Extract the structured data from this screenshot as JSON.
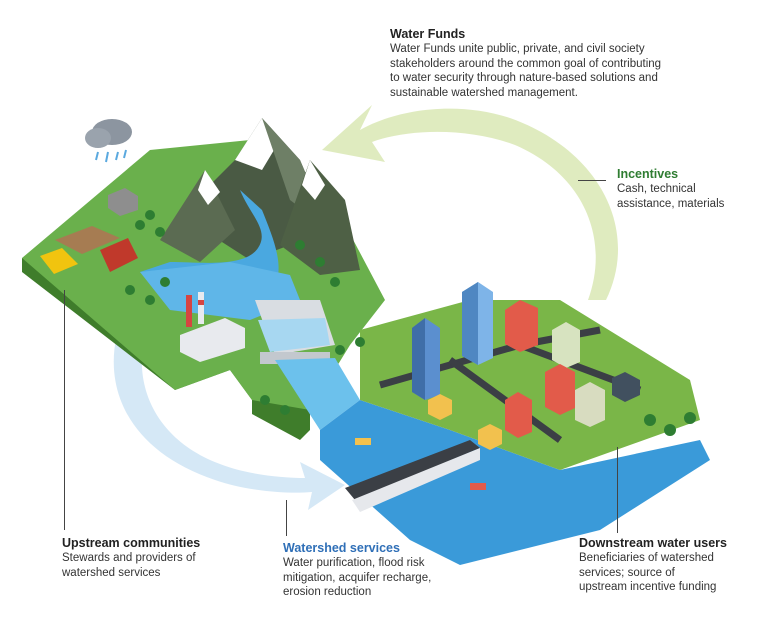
{
  "colors": {
    "title_default": "#111111",
    "incentives_title": "#2f7d32",
    "watershed_title": "#2f6fb7",
    "green_arrow": "#dbe9b8",
    "blue_arrow": "#d3e7f6",
    "land_green": "#6ab04c",
    "water_blue": "#4aa8e0"
  },
  "water_funds": {
    "title": "Water Funds",
    "body": "Water Funds unite public, private, and civil society\nstakeholders around the common goal of contributing\nto water security through nature-based solutions and\nsustainable watershed management."
  },
  "incentives": {
    "title": "Incentives",
    "body": "Cash, technical\nassistance, materials"
  },
  "upstream": {
    "title": "Upstream communities",
    "body": "Stewards and providers of\nwatershed services"
  },
  "watershed_services": {
    "title": "Watershed services",
    "body": "Water purification, flood risk\nmitigation, acquifer recharge,\nerosion reduction"
  },
  "downstream": {
    "title": "Downstream water users",
    "body": "Beneficiaries of watershed\nservices; source of\nupstream incentive funding"
  }
}
